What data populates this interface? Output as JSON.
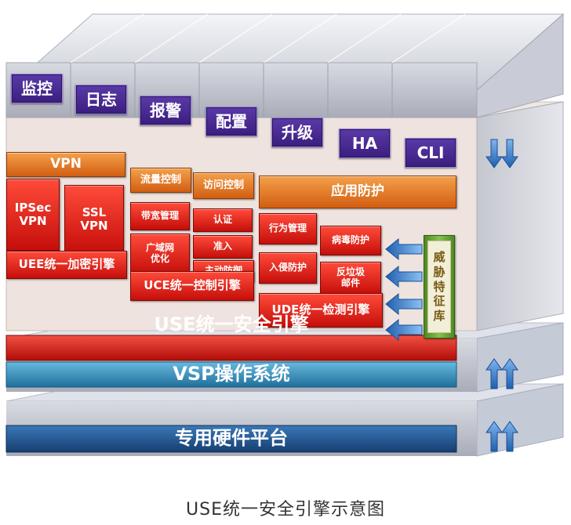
{
  "management": [
    "监控",
    "日志",
    "报警",
    "配置",
    "升级",
    "HA",
    "CLI"
  ],
  "blocks": {
    "vpn": "VPN",
    "ipsec_vpn": "IPSec\nVPN",
    "ssl_vpn": "SSL\nVPN",
    "uee": "UEE统一加密引擎",
    "flow_control": "流量控制",
    "access_control": "访问控制",
    "bandwidth_mgmt": "带宽管理",
    "auth": "认证",
    "wan_opt": "广域网\n优化",
    "admission": "准入",
    "active_defense": "主动防御",
    "uce": "UCE统一控制引擎",
    "app_protection": "应用防护",
    "behavior_mgmt": "行为管理",
    "virus_protection": "病毒防护",
    "intrusion_protection": "入侵防护",
    "anti_spam": "反垃圾\n邮件",
    "ude": "UDE统一检测引擎",
    "threat_signatures": "威\n胁\n特\n征\n库"
  },
  "layers": {
    "use": "USE统一安全引擎",
    "vsp": "VSP操作系统",
    "hardware": "专用硬件平台"
  },
  "caption": "USE统一安全引擎示意图",
  "colors": {
    "management_tab": "#3e2188",
    "orange": "#e07a28",
    "red": "#e0231a",
    "use_layer": "#e0231a",
    "vsp_layer": "#2f86b3",
    "hardware_layer": "#1f4f8a",
    "threat_box": "#6aa53a",
    "arrow": "#2a6fc0"
  }
}
